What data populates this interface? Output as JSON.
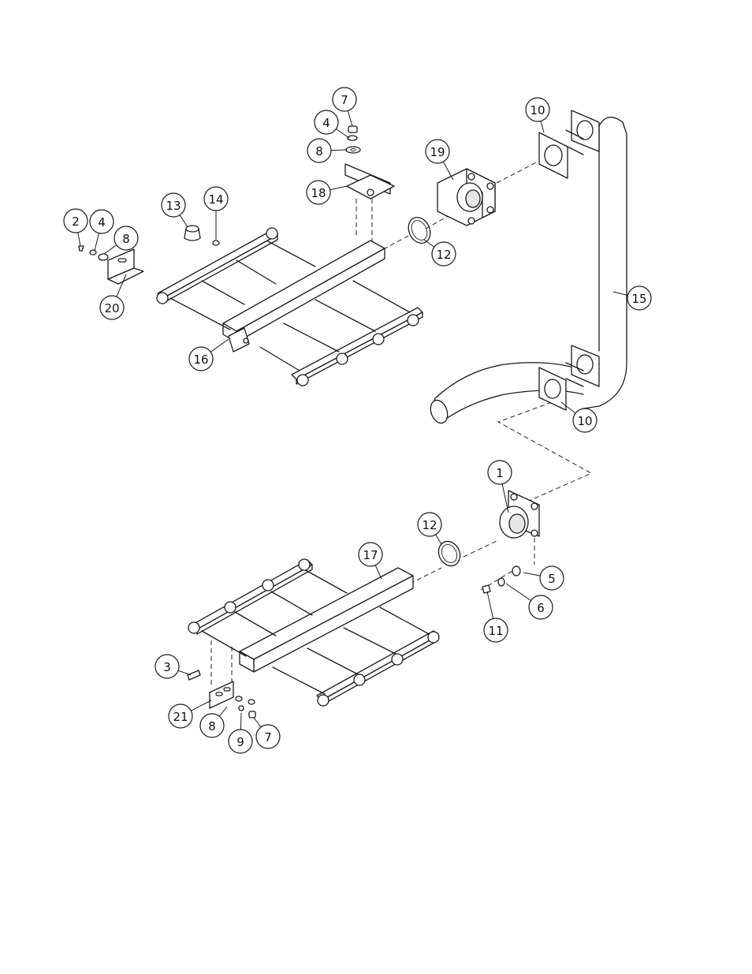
{
  "callouts": [
    {
      "label": "7"
    },
    {
      "label": "4"
    },
    {
      "label": "8"
    },
    {
      "label": "18"
    },
    {
      "label": "19"
    },
    {
      "label": "10"
    },
    {
      "label": "12"
    },
    {
      "label": "13"
    },
    {
      "label": "14"
    },
    {
      "label": "2"
    },
    {
      "label": "4"
    },
    {
      "label": "8"
    },
    {
      "label": "20"
    },
    {
      "label": "16"
    },
    {
      "label": "15"
    },
    {
      "label": "10"
    },
    {
      "label": "1"
    },
    {
      "label": "12"
    },
    {
      "label": "17"
    },
    {
      "label": "5"
    },
    {
      "label": "6"
    },
    {
      "label": "11"
    },
    {
      "label": "3"
    },
    {
      "label": "21"
    },
    {
      "label": "8"
    },
    {
      "label": "9"
    },
    {
      "label": "7"
    }
  ]
}
